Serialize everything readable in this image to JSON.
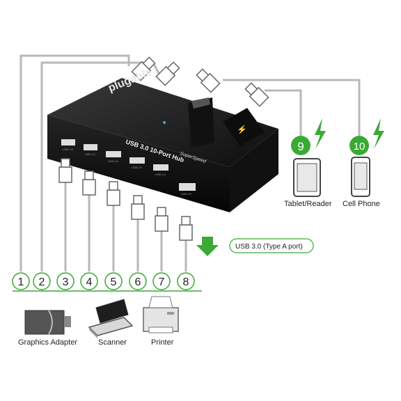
{
  "hub": {
    "brand": "plugable",
    "model_line1": "SuperSpeed",
    "model_line2": "USB 3.0 10-Port Hub",
    "port_label": "USB 3.0"
  },
  "ports": [
    {
      "number": "1"
    },
    {
      "number": "2"
    },
    {
      "number": "3"
    },
    {
      "number": "4"
    },
    {
      "number": "5"
    },
    {
      "number": "6"
    },
    {
      "number": "7"
    },
    {
      "number": "8"
    },
    {
      "number": "9"
    },
    {
      "number": "10"
    }
  ],
  "callout": "USB 3.0 (Type A port)",
  "devices": {
    "tablet": "Tablet/Reader",
    "phone": "Cell Phone",
    "graphics": "Graphics Adapter",
    "scanner": "Scanner",
    "printer": "Printer"
  },
  "colors": {
    "accent_green": "#3aa935",
    "hub_body": "#1a1a1a",
    "cable": "#b8b8b8"
  }
}
